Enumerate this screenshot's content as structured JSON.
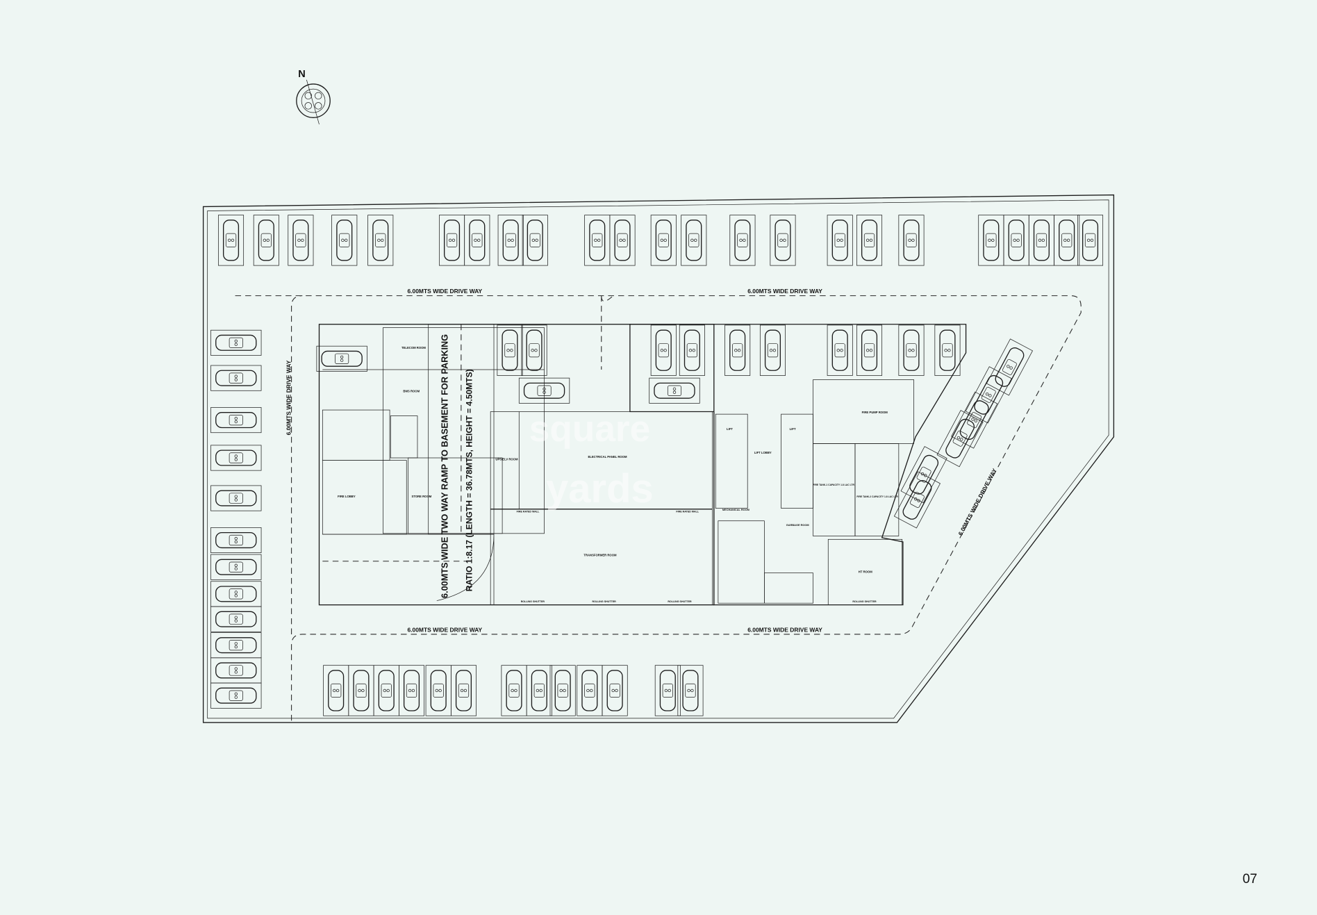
{
  "page_number": "07",
  "north_label": "N",
  "watermark": {
    "line1": "square",
    "line2": "yards"
  },
  "driveway_label": "6.00MTS WIDE DRIVE WAY",
  "ramp": {
    "line1": "6.00MTS WIDE TWO WAY RAMP TO BASEMENT FOR PARKING",
    "line2": "RATIO 1:8.17 (LENGTH = 36.78MTS, HEIGHT = 4.50MTS)"
  },
  "rooms": {
    "telecom": "TELECOM ROOM",
    "bms": "BMS ROOM",
    "store": "STORE ROOM",
    "fire_lobby": "FIRE LOBBY",
    "lift": "LIFT",
    "ups": "UPS/ELV ROOM",
    "electrical": "ELECTRICAL PANEL ROOM",
    "transformer": "TRANSFORMER ROOM",
    "fire_rated_wall": "FIRE RATED WALL",
    "rolling_shutter": "ROLLING SHUTTER",
    "lift_lobby": "LIFT LOBBY",
    "fire_pump": "FIRE PUMP ROOM",
    "fire_tank_1": "FIRE TANK-1 CAPACITY 1.8 LAC LTR",
    "fire_tank_2": "FIRE TANK-2 CAPACITY 1.8 LAC LTR",
    "ht": "HT ROOM",
    "garbage": "GARBAGE ROOM",
    "mechanical": "MECHANICAL ROOM"
  },
  "colors": {
    "background": "#eef6f3",
    "lines": "#1d1d1d"
  }
}
